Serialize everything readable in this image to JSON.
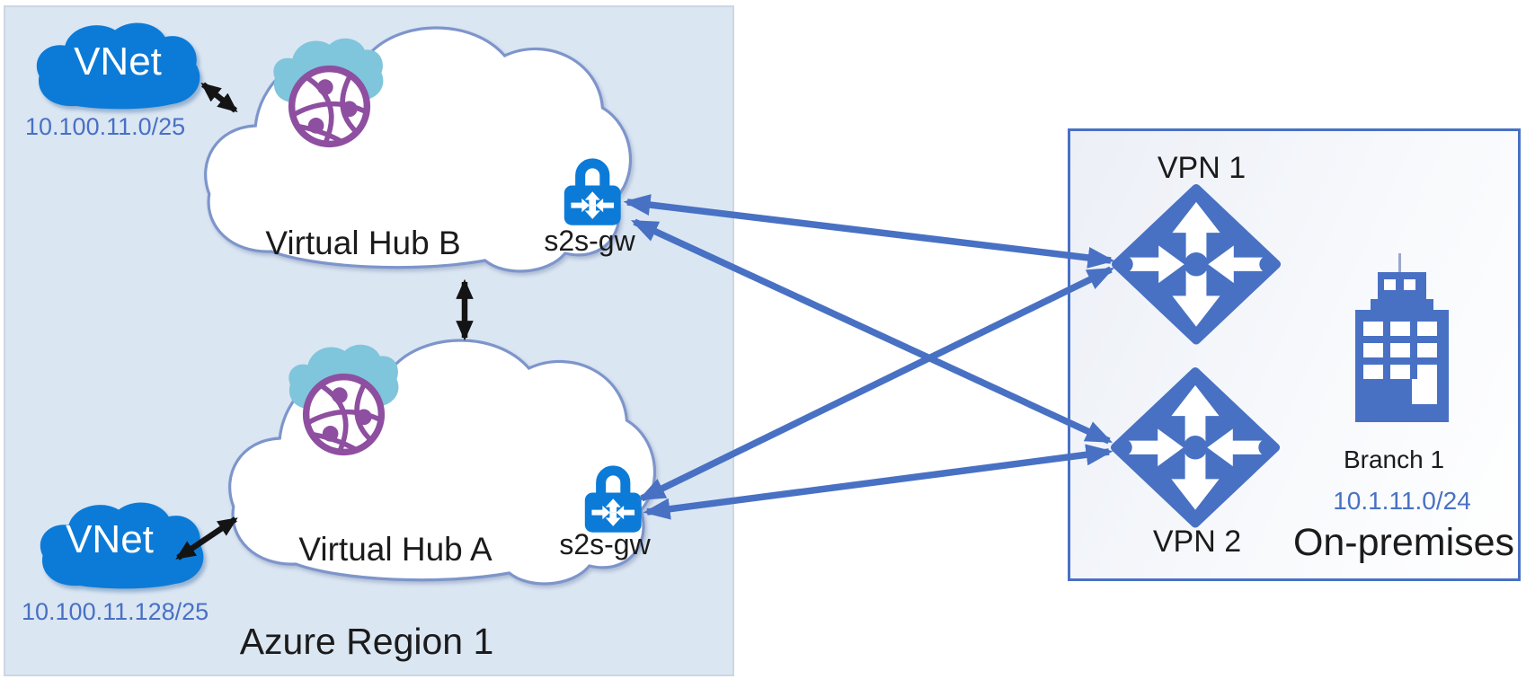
{
  "azure_region": {
    "label": "Azure Region 1",
    "vnets": [
      {
        "name": "VNet",
        "cidr": "10.100.11.0/25"
      },
      {
        "name": "VNet",
        "cidr": "10.100.11.128/25"
      }
    ],
    "hubs": [
      {
        "name": "Virtual Hub B",
        "gateway_label": "s2s-gw"
      },
      {
        "name": "Virtual Hub A",
        "gateway_label": "s2s-gw"
      }
    ]
  },
  "on_premises": {
    "label": "On-premises",
    "vpn_devices": [
      "VPN 1",
      "VPN 2"
    ],
    "branch": {
      "name": "Branch 1",
      "cidr": "10.1.11.0/24"
    }
  },
  "connections": {
    "vnet_peerings": [
      "VNet 10.100.11.0/25 - Virtual Hub B",
      "VNet 10.100.11.128/25 - Virtual Hub A"
    ],
    "hub_to_hub": "Virtual Hub B - Virtual Hub A",
    "site_to_site": [
      "Virtual Hub B s2s-gw - VPN 1",
      "Virtual Hub B s2s-gw - VPN 2",
      "Virtual Hub A s2s-gw - VPN 1",
      "Virtual Hub A s2s-gw - VPN 2"
    ]
  },
  "colors": {
    "azure_blue": "#0c7bd8",
    "office_blue": "#4871c4",
    "purple": "#8e4fa0",
    "teal": "#7fc5dc",
    "region_fill": "#dbe6f3",
    "hub_cloud_stroke": "#7d95cb",
    "ink": "#1b1b1b"
  }
}
